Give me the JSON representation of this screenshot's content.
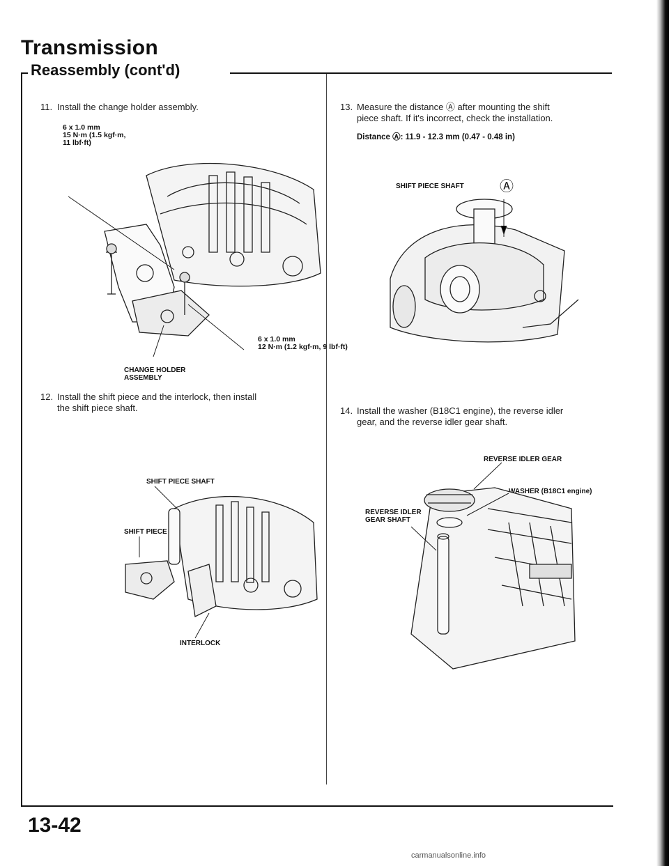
{
  "header": {
    "title": "Transmission",
    "subtitle": "Reassembly (cont'd)"
  },
  "steps": {
    "s11": {
      "num": "11.",
      "text": "Install the change holder assembly."
    },
    "s12": {
      "num": "12.",
      "line1": "Install the shift piece and the interlock, then install",
      "line2": "the shift piece shaft."
    },
    "s13": {
      "num": "13.",
      "line1": "Measure the distance Ⓐ after mounting the shift",
      "line2": "piece shaft. If it's incorrect, check the installation.",
      "distance": "Distance Ⓐ: 11.9 - 12.3 mm (0.47 - 0.48 in)"
    },
    "s14": {
      "num": "14.",
      "line1": "Install the washer (B18C1 engine), the reverse idler",
      "line2": "gear, and the reverse idler gear shaft."
    }
  },
  "fig1": {
    "spec1_l1": "6 x 1.0 mm",
    "spec1_l2": "15 N·m (1.5 kgf·m,",
    "spec1_l3": "11 lbf·ft)",
    "spec2_l1": "6 x 1.0 mm",
    "spec2_l2": "12 N·m (1.2 kgf·m, 9 lbf·ft)",
    "label_l1": "CHANGE HOLDER",
    "label_l2": "ASSEMBLY"
  },
  "fig2": {
    "shaft": "SHIFT PIECE SHAFT",
    "piece": "SHIFT PIECE",
    "interlock": "INTERLOCK"
  },
  "fig3": {
    "shaft": "SHIFT PIECE SHAFT",
    "marker": "Ⓐ"
  },
  "fig4": {
    "gear": "REVERSE IDLER GEAR",
    "washer": "WASHER (B18C1 engine)",
    "shaft_l1": "REVERSE IDLER",
    "shaft_l2": "GEAR SHAFT"
  },
  "page": {
    "number": "13-42",
    "footer": "carmanualsonline.info"
  }
}
